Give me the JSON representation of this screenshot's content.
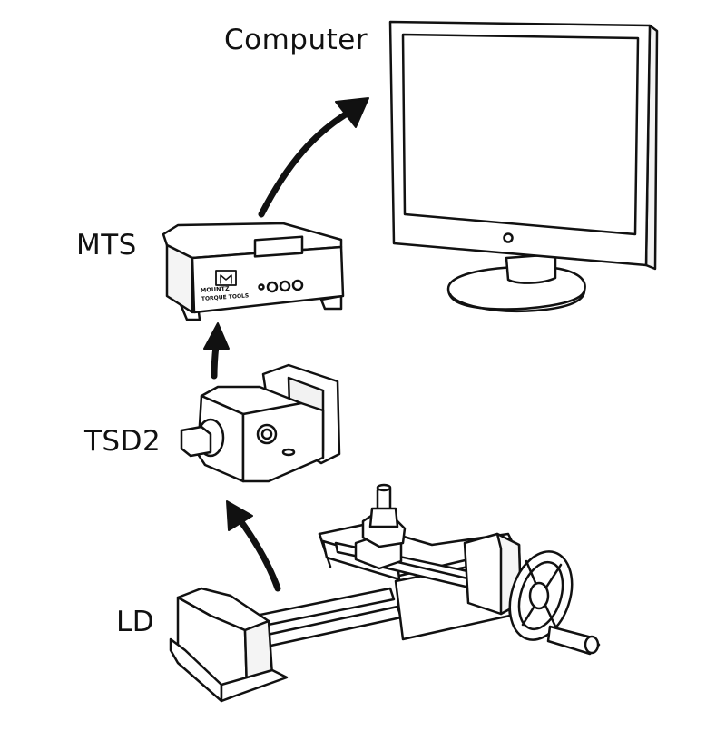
{
  "labels": {
    "computer": "Computer",
    "mts": "MTS",
    "tsd2": "TSD2",
    "ld": "LD"
  },
  "mts_panel": {
    "brand_line1": "MOUNTZ",
    "brand_line2": "TORQUE TOOLS"
  },
  "colors": {
    "ink": "#111111",
    "fill": "#ffffff",
    "shade": "#e6e6e6"
  },
  "icons": {
    "arrow": "curved-arrow-icon",
    "logo": "wrench-logo-icon"
  }
}
